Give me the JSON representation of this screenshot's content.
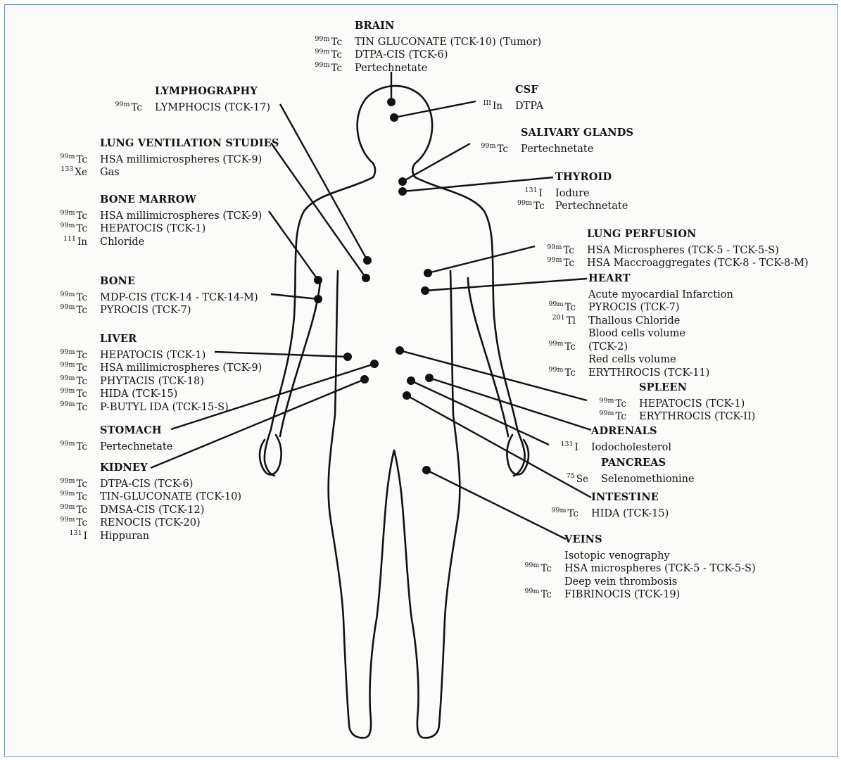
{
  "groups": [
    {
      "id": "brain",
      "title": "BRAIN",
      "side": "c",
      "entries": [
        {
          "mass": "99m",
          "sym": "Tc",
          "text": "TIN GLUCONATE (TCK-10) (Tumor)"
        },
        {
          "mass": "99m",
          "sym": "Tc",
          "text": "DTPA-CIS (TCK-6)"
        },
        {
          "mass": "99m",
          "sym": "Tc",
          "text": "Pertechnetate"
        }
      ]
    },
    {
      "id": "lymphography",
      "title": "LYMPHOGRAPHY",
      "side": "c",
      "entries": [
        {
          "mass": "99m",
          "sym": "Tc",
          "text": "LYMPHOCIS (TCK-17)"
        }
      ]
    },
    {
      "id": "csf",
      "title": "CSF",
      "side": "r",
      "entries": [
        {
          "mass": "III",
          "sym": "In",
          "text": "DTPA"
        }
      ]
    },
    {
      "id": "salivary",
      "title": "SALIVARY GLANDS",
      "side": "r",
      "entries": [
        {
          "mass": "99m",
          "sym": "Tc",
          "text": "Pertechnetate"
        }
      ]
    },
    {
      "id": "lungvent",
      "title": "LUNG VENTILATION STUDIES",
      "side": "l",
      "entries": [
        {
          "mass": "99m",
          "sym": "Tc",
          "text": "HSA millimicrospheres (TCK-9)"
        },
        {
          "mass": "133",
          "sym": "Xe",
          "text": "Gas"
        }
      ]
    },
    {
      "id": "thyroid",
      "title": "THYROID",
      "side": "r",
      "entries": [
        {
          "mass": "131",
          "sym": "I",
          "text": "Iodure"
        },
        {
          "mass": "99m",
          "sym": "Tc",
          "text": "Pertechnetate"
        }
      ]
    },
    {
      "id": "bonemarrow",
      "title": "BONE MARROW",
      "side": "l",
      "entries": [
        {
          "mass": "99m",
          "sym": "Tc",
          "text": "HSA millimicrospheres (TCK-9)"
        },
        {
          "mass": "99m",
          "sym": "Tc",
          "text": "HEPATOCIS (TCK-1)"
        },
        {
          "mass": "111",
          "sym": "In",
          "text": "Chloride"
        }
      ]
    },
    {
      "id": "lungperf",
      "title": "LUNG PERFUSION",
      "side": "r",
      "entries": [
        {
          "mass": "99m",
          "sym": "Tc",
          "text": "HSA Microspheres (TCK-5 - TCK-5-S)"
        },
        {
          "mass": "99m",
          "sym": "Tc",
          "text": "HSA Maccroaggregates (TCK-8 - TCK-8-M)"
        }
      ]
    },
    {
      "id": "bone",
      "title": "BONE",
      "side": "l",
      "entries": [
        {
          "mass": "99m",
          "sym": "Tc",
          "text": "MDP-CIS (TCK-14 - TCK-14-M)"
        },
        {
          "mass": "99m",
          "sym": "Tc",
          "text": "PYROCIS (TCK-7)"
        }
      ]
    },
    {
      "id": "heart",
      "title": "HEART",
      "side": "r",
      "entries": [
        {
          "mass": "",
          "sym": "",
          "text": "Acute myocardial Infarction"
        },
        {
          "mass": "99m",
          "sym": "Tc",
          "text": "PYROCIS (TCK-7)"
        },
        {
          "mass": "201",
          "sym": "Tl",
          "text": "Thallous Chloride"
        },
        {
          "mass": "",
          "sym": "",
          "text": "Blood cells volume"
        },
        {
          "mass": "99m",
          "sym": "Tc",
          "text": "(TCK-2)"
        },
        {
          "mass": "",
          "sym": "",
          "text": "Red cells volume"
        },
        {
          "mass": "99m",
          "sym": "Tc",
          "text": "ERYTHROCIS (TCK-11)"
        }
      ]
    },
    {
      "id": "liver",
      "title": "LIVER",
      "side": "l",
      "entries": [
        {
          "mass": "99m",
          "sym": "Tc",
          "text": "HEPATOCIS (TCK-1)"
        },
        {
          "mass": "99m",
          "sym": "Tc",
          "text": "HSA millimicrospheres (TCK-9)"
        },
        {
          "mass": "99m",
          "sym": "Tc",
          "text": "PHYTACIS (TCK-18)"
        },
        {
          "mass": "99m",
          "sym": "Tc",
          "text": "HIDA (TCK-15)"
        },
        {
          "mass": "99m",
          "sym": "Tc",
          "text": "P-BUTYL IDA (TCK-15-S)"
        }
      ]
    },
    {
      "id": "spleen",
      "title": "SPLEEN",
      "side": "r",
      "entries": [
        {
          "mass": "99m",
          "sym": "Tc",
          "text": "HEPATOCIS (TCK-1)"
        },
        {
          "mass": "99m",
          "sym": "Tc",
          "text": "ERYTHROCIS (TCK-II)"
        }
      ]
    },
    {
      "id": "stomach",
      "title": "STOMACH",
      "side": "l",
      "entries": [
        {
          "mass": "99m",
          "sym": "Tc",
          "text": "Pertechnetate"
        }
      ]
    },
    {
      "id": "adrenals",
      "title": "ADRENALS",
      "side": "r",
      "entries": [
        {
          "mass": "131",
          "sym": "I",
          "text": "Iodocholesterol"
        }
      ]
    },
    {
      "id": "kidney",
      "title": "KIDNEY",
      "side": "l",
      "entries": [
        {
          "mass": "99m",
          "sym": "Tc",
          "text": "DTPA-CIS (TCK-6)"
        },
        {
          "mass": "99m",
          "sym": "Tc",
          "text": "TIN-GLUCONATE (TCK-10)"
        },
        {
          "mass": "99m",
          "sym": "Tc",
          "text": "DMSA-CIS (TCK-12)"
        },
        {
          "mass": "99m",
          "sym": "Tc",
          "text": "RENOCIS (TCK-20)"
        },
        {
          "mass": "131",
          "sym": "I",
          "text": "Hippuran"
        }
      ]
    },
    {
      "id": "pancreas",
      "title": "PANCREAS",
      "side": "r",
      "entries": [
        {
          "mass": "75",
          "sym": "Se",
          "text": "Selenomethionine"
        }
      ]
    },
    {
      "id": "intestine",
      "title": "INTESTINE",
      "side": "r",
      "entries": [
        {
          "mass": "99m",
          "sym": "Tc",
          "text": "HIDA (TCK-15)"
        }
      ]
    },
    {
      "id": "veins",
      "title": "VEINS",
      "side": "r",
      "entries": [
        {
          "mass": "",
          "sym": "",
          "text": "Isotopic venography"
        },
        {
          "mass": "99m",
          "sym": "Tc",
          "text": "HSA microspheres (TCK-5 - TCK-5-S)"
        },
        {
          "mass": "",
          "sym": "",
          "text": "Deep vein thrombosis"
        },
        {
          "mass": "99m",
          "sym": "Tc",
          "text": "FIBRINOCIS (TCK-19)"
        }
      ]
    }
  ]
}
